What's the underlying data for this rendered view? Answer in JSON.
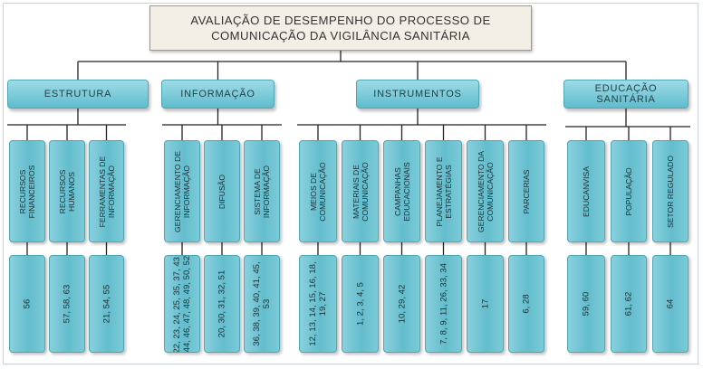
{
  "title": {
    "line1": "AVALIAÇÃO DE DESEMPENHO DO PROCESSO DE",
    "line2": "COMUNICAÇÃO DA VIGILÂNCIA SANITÁRIA"
  },
  "categories": [
    {
      "label": [
        "ESTRUTURA"
      ],
      "items": [
        {
          "label": [
            "RECURSOS",
            "FINANCEIROS"
          ],
          "refs": [
            "56"
          ]
        },
        {
          "label": [
            "RECURSOS",
            "HUMANOS"
          ],
          "refs": [
            "57, 58, 63"
          ]
        },
        {
          "label": [
            "FERRAMENTAS DE",
            "INFORMAÇÃO"
          ],
          "refs": [
            "21, 54, 55"
          ]
        }
      ]
    },
    {
      "label": [
        "INFORMAÇÃO"
      ],
      "items": [
        {
          "label": [
            "GERENCIAMENTO DE",
            "INFORMAÇÃO"
          ],
          "refs": [
            "22, 23, 24, 25, 35, 37, 43,",
            "44, 46, 47, 48, 49, 50, 52"
          ]
        },
        {
          "label": [
            "DIFUSÃO"
          ],
          "refs": [
            "20, 30, 31, 32, 51"
          ]
        },
        {
          "label": [
            "SISTEMA DE",
            "INFORMAÇÃO"
          ],
          "refs": [
            "36, 38, 39, 40, 41, 45,",
            "53"
          ]
        }
      ]
    },
    {
      "label": [
        "INSTRUMENTOS"
      ],
      "items": [
        {
          "label": [
            "MEIOS DE",
            "COMUNICAÇÃO"
          ],
          "refs": [
            "12, 13, 14, 15, 16, 18,",
            "19, 27"
          ]
        },
        {
          "label": [
            "MATERIAIS DE",
            "COMUNICAÇÃO"
          ],
          "refs": [
            "1, 2, 3, 4, 5"
          ]
        },
        {
          "label": [
            "CAMPANHAS",
            "EDUCACIONAIS"
          ],
          "refs": [
            "10, 29, 42"
          ]
        },
        {
          "label": [
            "PLANEJAMENTO E",
            "ESTRATÉGIAS"
          ],
          "refs": [
            "7, 8, 9, 11, 26, 33, 34"
          ]
        },
        {
          "label": [
            "GERENCIAMENTO DA",
            "COMUNICAÇÃO"
          ],
          "refs": [
            "17"
          ]
        },
        {
          "label": [
            "PARCERIAS"
          ],
          "refs": [
            "6, 28"
          ]
        }
      ]
    },
    {
      "label": [
        "EDUCAÇÃO",
        "SANITÁRIA"
      ],
      "items": [
        {
          "label": [
            "EDUCANVISA"
          ],
          "refs": [
            "59, 60"
          ]
        },
        {
          "label": [
            "POPULAÇÃO"
          ],
          "refs": [
            "61, 62"
          ]
        },
        {
          "label": [
            "SETOR REGULADO"
          ],
          "refs": [
            "64"
          ]
        }
      ]
    }
  ]
}
